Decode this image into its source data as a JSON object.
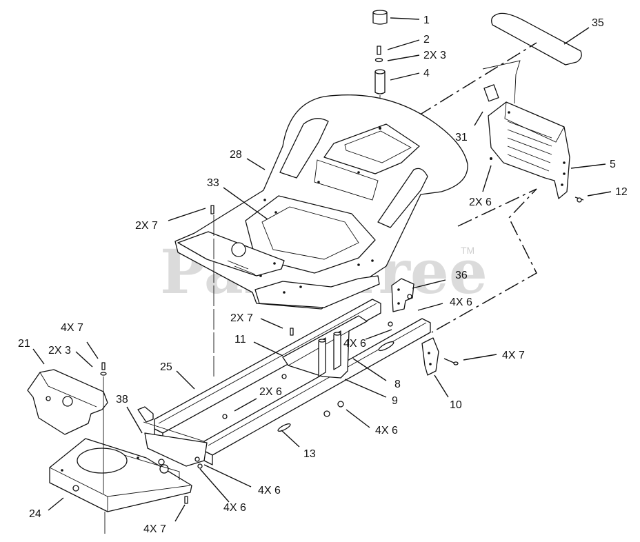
{
  "watermark": {
    "text": "PartsTree",
    "trademark": "TM"
  },
  "labels": {
    "l1": "1",
    "l2": "2",
    "l3": "2X 3",
    "l4": "4",
    "l35": "35",
    "l31": "31",
    "l5": "5",
    "l12": "12",
    "l2x6_top": "2X 6",
    "l28": "28",
    "l33": "33",
    "l2x7_left": "2X 7",
    "l36": "36",
    "l4x6_a": "4X 6",
    "l2x7_mid": "2X 7",
    "l11": "11",
    "l4x6_b": "4X 6",
    "l4x7_right": "4X 7",
    "l8": "8",
    "l9": "9",
    "l10": "10",
    "l4x6_c": "4X 6",
    "l4x7_left": "4X 7",
    "l21": "21",
    "l2x3_left": "2X 3",
    "l25": "25",
    "l38": "38",
    "l2x6_mid": "2X 6",
    "l13": "13",
    "l4x6_d": "4X 6",
    "l4x6_e": "4X 6",
    "l24": "24",
    "l4x7_bottom": "4X 7"
  }
}
